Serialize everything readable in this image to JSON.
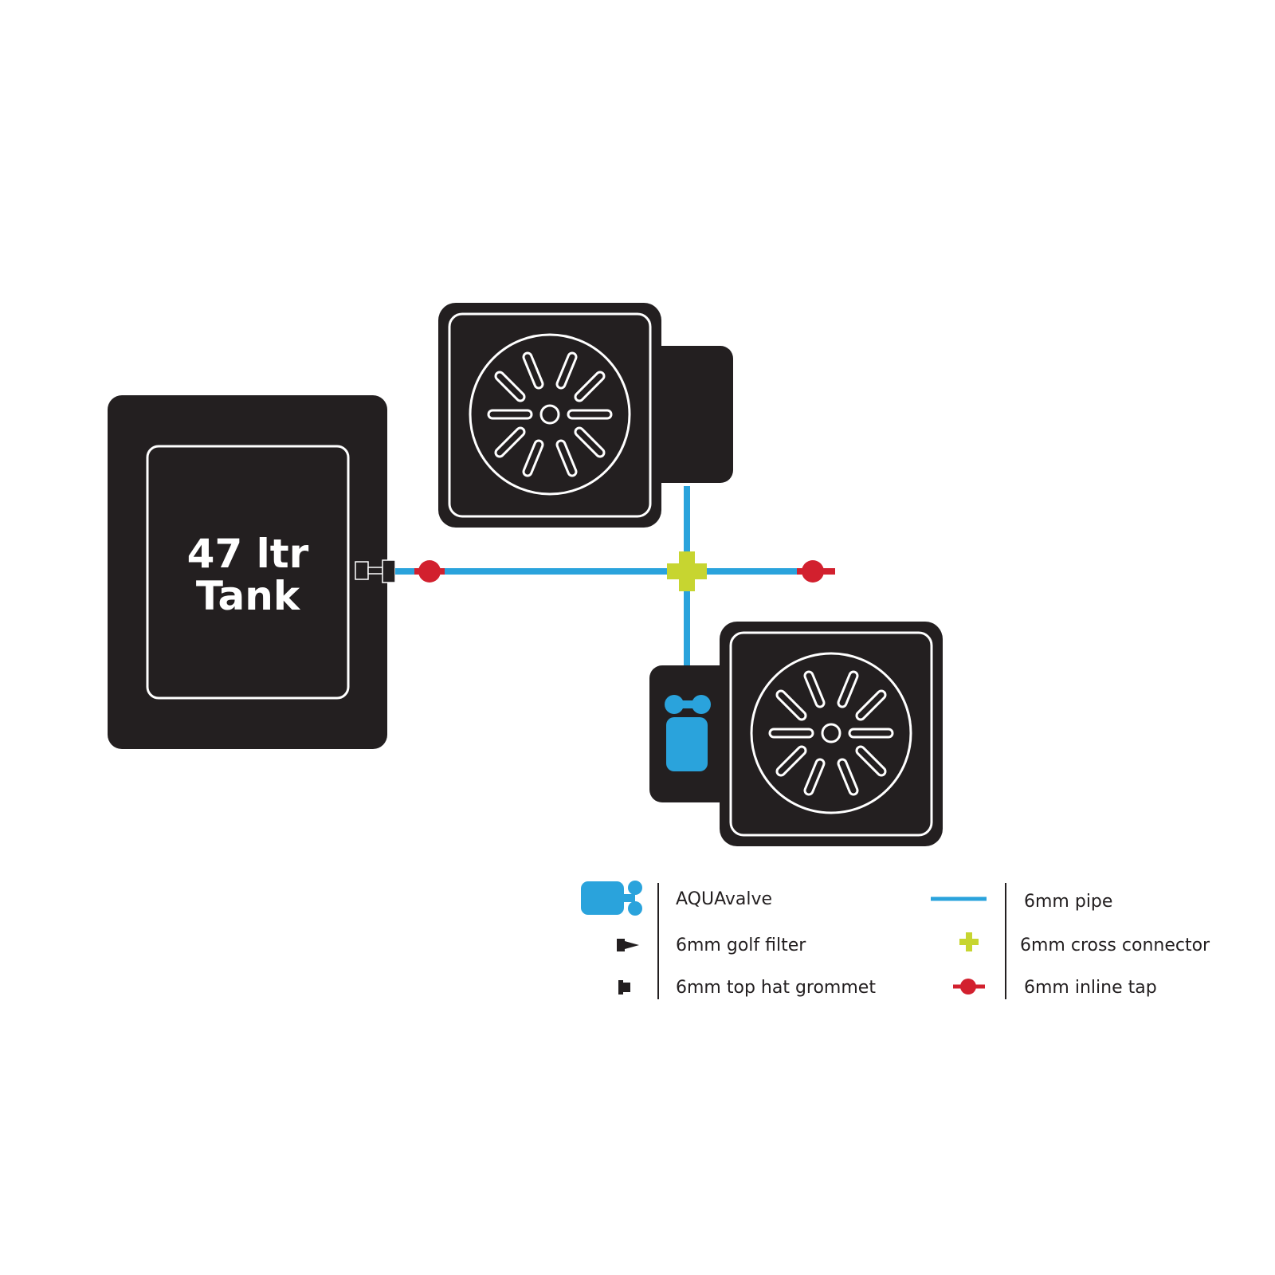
{
  "colors": {
    "background": "#ffffff",
    "pot": "#231f20",
    "outline": "#ffffff",
    "pipe": "#2aa3dc",
    "connector": "#c7d530",
    "tap": "#d2202e",
    "aquavalve": "#2aa3dc"
  },
  "tank": {
    "line1": "47 ltr",
    "line2": "Tank"
  },
  "legend": {
    "left": [
      {
        "icon": "aquavalve-icon",
        "label": "AQUAvalve"
      },
      {
        "icon": "golf-filter-icon",
        "label": "6mm golf filter"
      },
      {
        "icon": "top-hat-grommet-icon",
        "label": "6mm top hat grommet"
      }
    ],
    "right": [
      {
        "icon": "pipe-icon",
        "label": "6mm pipe"
      },
      {
        "icon": "cross-connector-icon",
        "label": "6mm cross connector"
      },
      {
        "icon": "inline-tap-icon",
        "label": "6mm inline tap"
      }
    ]
  }
}
